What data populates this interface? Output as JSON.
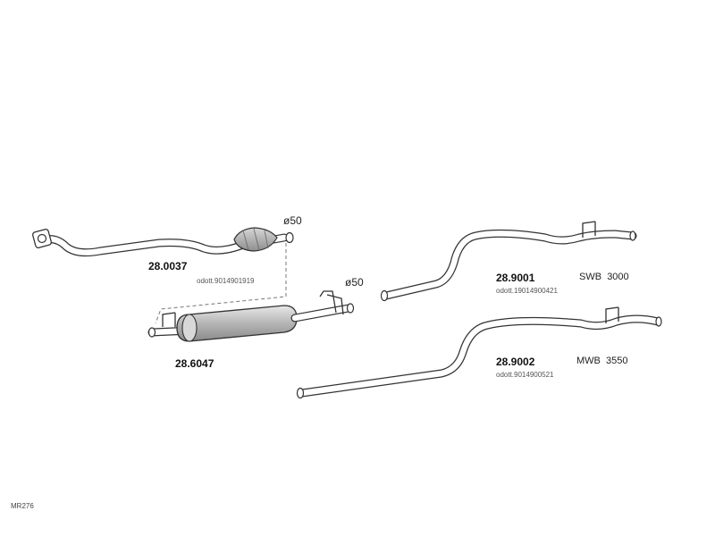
{
  "parts": {
    "front_pipe": {
      "number": "28.0037",
      "oem": "odott.9014901919",
      "diameter": "ø50"
    },
    "middle_silencer": {
      "number": "28.6047",
      "diameter": "ø50"
    },
    "tail_swb": {
      "number": "28.9001",
      "oem": "odott.19014900421",
      "variant": "SWB",
      "length": "3000"
    },
    "tail_mwb": {
      "number": "28.9002",
      "oem": "odott.9014900521",
      "variant": "MWB",
      "length": "3550"
    }
  },
  "diagram_ref": "MR276",
  "colors": {
    "line": "#333333",
    "pipe": "#ffffff",
    "shade": "#bdbdbd",
    "dash": "#777777"
  }
}
